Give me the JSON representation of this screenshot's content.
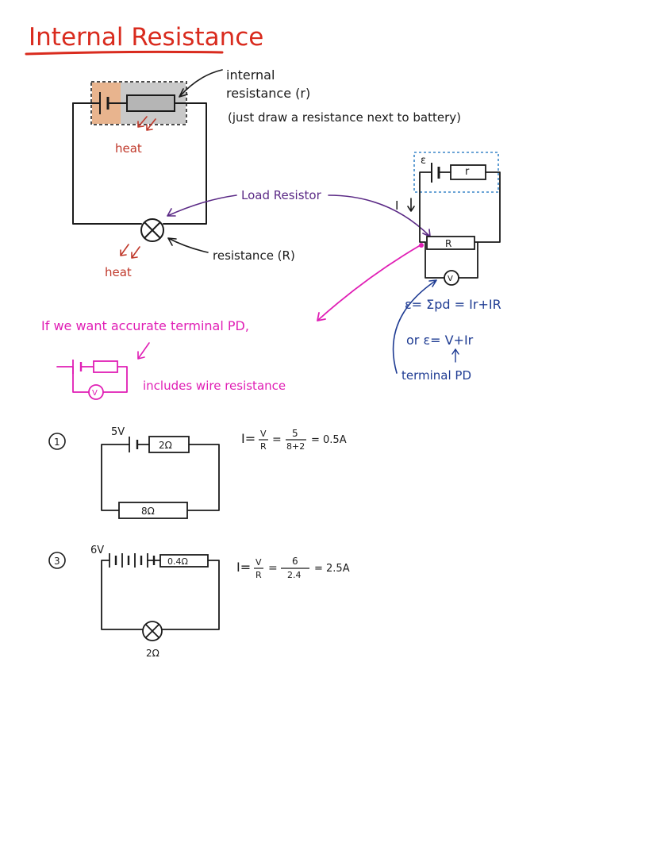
{
  "title": "Internal Resistance",
  "colors": {
    "title": "#d92b1e",
    "ink": "#1b1b1b",
    "battery_fill": "#e8b48e",
    "cell_box": "#4d4d4d",
    "resistor_fill": "#c9c9c9",
    "heat": "#c0392b",
    "purple": "#5b2a86",
    "magenta": "#e01fb5",
    "blue_box": "#3a86c8",
    "navy": "#1f3c93"
  },
  "top_circuit": {
    "internal_label_1": "internal",
    "internal_label_2": "resistance (r)",
    "internal_note": "(just draw a resistance next to battery)",
    "heat_top": "heat",
    "heat_bottom": "heat",
    "lamp_label": "resistance (R)",
    "load_label": "Load Resistor"
  },
  "right_circuit": {
    "emf_symbol": "ε",
    "r_label": "r",
    "current_label": "I",
    "R_label": "R",
    "voltmeter_label": "V",
    "eq1": "ε= Σpd = Ir+IR",
    "eq2": "or ε= V+Ir",
    "terminal_label": "terminal PD"
  },
  "magenta_note": {
    "text": "If we want accurate terminal PD,",
    "includes": "includes wire resistance",
    "voltmeter_label": "V"
  },
  "example1": {
    "number": "1",
    "voltage": "5V",
    "internal_r": "2Ω",
    "load_r": "8Ω",
    "eq_left": "I=",
    "eq_v": "V",
    "eq_r": "R",
    "eq_eq": "=",
    "eq_num": "5",
    "eq_den": "8+2",
    "eq_result": "= 0.5A"
  },
  "example3": {
    "number": "3",
    "voltage": "6V",
    "internal_r": "0.4Ω",
    "lamp_r": "2Ω",
    "eq_left": "I=",
    "eq_v": "V",
    "eq_r": "R",
    "eq_eq": "=",
    "eq_num": "6",
    "eq_den": "2.4",
    "eq_result": "= 2.5A"
  }
}
